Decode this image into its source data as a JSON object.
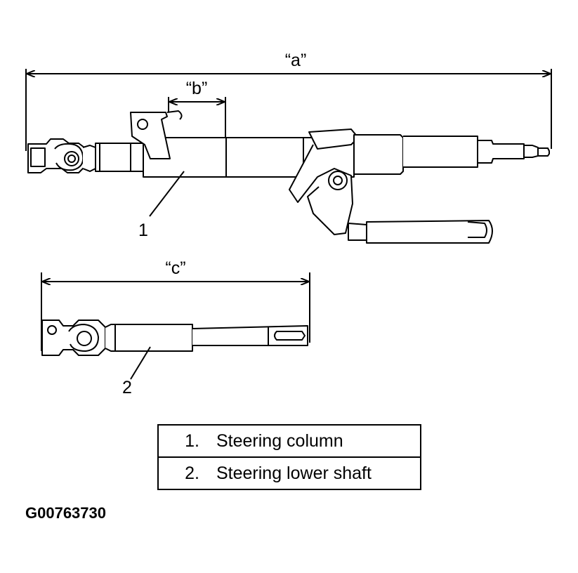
{
  "dimensions": {
    "a": "“a”",
    "b": "“b”",
    "c": "“c”"
  },
  "callouts": {
    "part1": "1",
    "part2": "2"
  },
  "legend": [
    {
      "number": "1.",
      "label": "Steering column"
    },
    {
      "number": "2.",
      "label": "Steering lower shaft"
    }
  ],
  "figure_code": "G00763730"
}
